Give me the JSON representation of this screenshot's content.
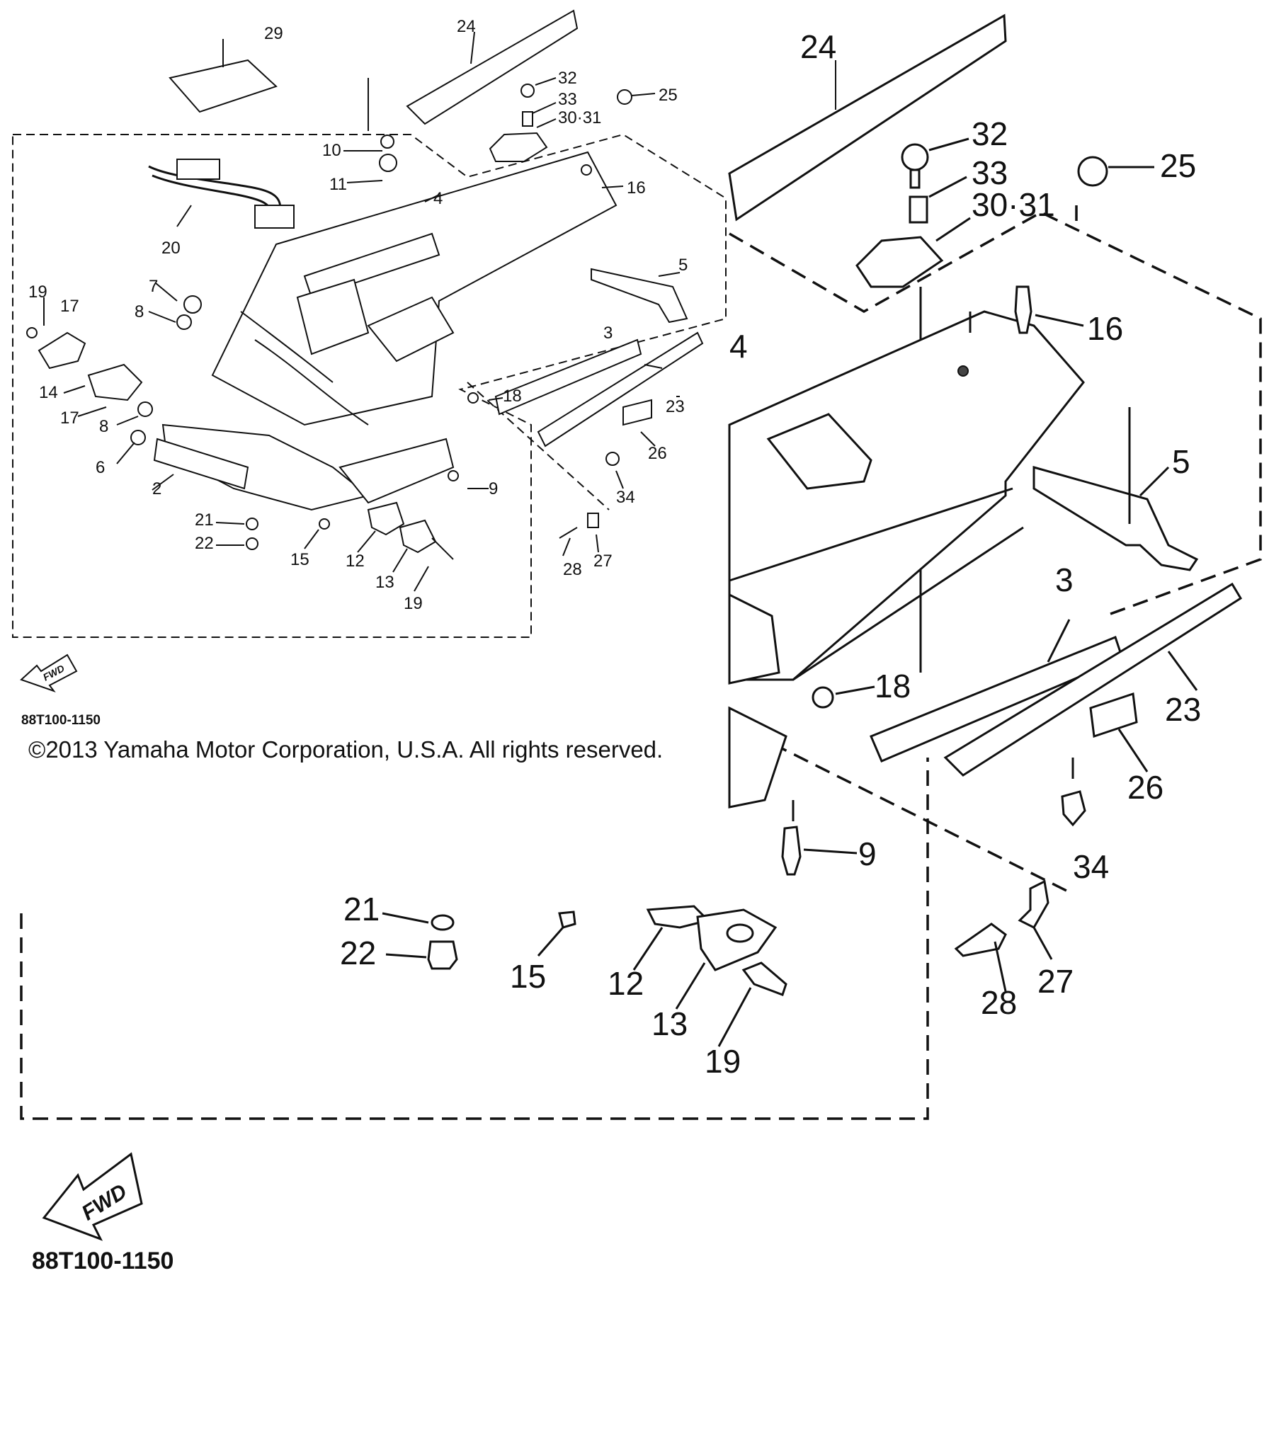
{
  "copyright": "©2013 Yamaha Motor Corporation, U.S.A. All rights reserved.",
  "fwd_label": "FWD",
  "diagram_code": "88T100-1150",
  "colors": {
    "ink": "#111111",
    "background": "#ffffff"
  },
  "callouts_small": {
    "c2": "2",
    "c3": "3",
    "c4": "4",
    "c5": "5",
    "c6": "6",
    "c7": "7",
    "c8a": "8",
    "c8b": "8",
    "c9": "9",
    "c10": "10",
    "c11": "11",
    "c12": "12",
    "c13": "13",
    "c14": "14",
    "c15": "15",
    "c16": "16",
    "c17a": "17",
    "c17b": "17",
    "c18": "18",
    "c19a": "19",
    "c19b": "19",
    "c20": "20",
    "c21": "21",
    "c22": "22",
    "c23": "23",
    "c24": "24",
    "c25": "25",
    "c26": "26",
    "c27": "27",
    "c28": "28",
    "c29": "29",
    "c3031": "30·31",
    "c32": "32",
    "c33": "33",
    "c34": "34"
  },
  "callouts_large": {
    "c3": "3",
    "c4": "4",
    "c5": "5",
    "c9": "9",
    "c12": "12",
    "c13": "13",
    "c15": "15",
    "c16": "16",
    "c18": "18",
    "c19": "19",
    "c21": "21",
    "c22": "22",
    "c23": "23",
    "c24": "24",
    "c25": "25",
    "c26": "26",
    "c27": "27",
    "c28": "28",
    "c3031": "30·31",
    "c32": "32",
    "c33": "33",
    "c34": "34"
  }
}
